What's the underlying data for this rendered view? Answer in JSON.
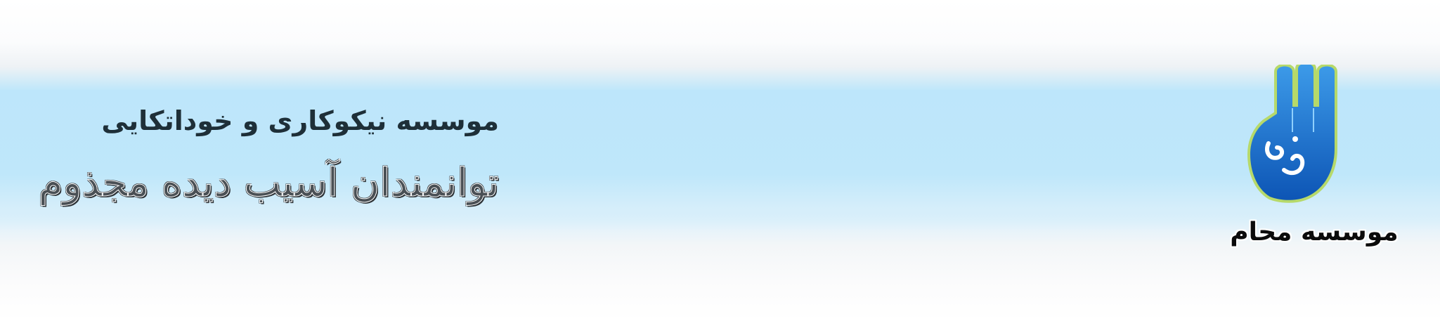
{
  "header": {
    "subtitle": "موسسه نیکوکاری و خوداتکایی",
    "title": "توانمندان آسیب دیده مجذوم"
  },
  "logo": {
    "icon": "raised-hand-logo-icon",
    "text": "موسسه محام"
  },
  "colors": {
    "band": "#bfe7fa",
    "logo_blue": "#1268c9",
    "logo_green": "#b6d96a",
    "title_text": "#4a5055",
    "subtitle_text": "#1e2f38"
  }
}
